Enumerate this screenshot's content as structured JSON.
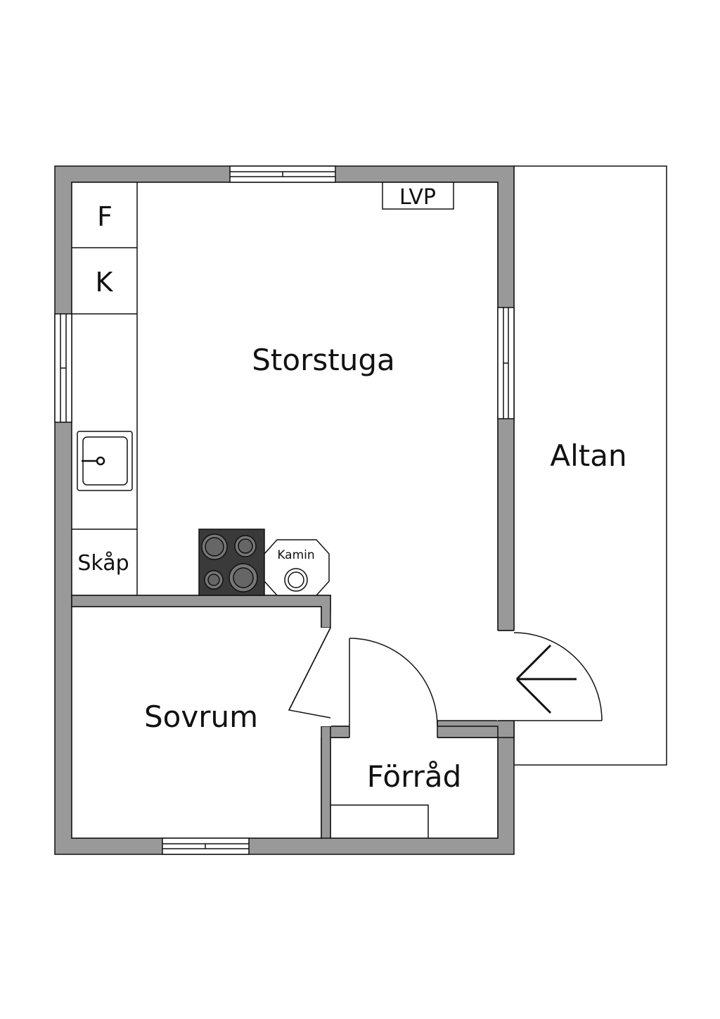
{
  "rooms": {
    "living": "Storstuga",
    "bedroom": "Sovrum",
    "storage": "Förråd",
    "deck": "Altan"
  },
  "fixtures": {
    "fridge": "F",
    "freezer": "K",
    "cabinet": "Skåp",
    "ventilation": "LVP",
    "fireplace": "Kamin"
  },
  "colors": {
    "wall": "#999999",
    "outline": "#111111",
    "stove": "#3a3a3a",
    "background": "#ffffff"
  }
}
